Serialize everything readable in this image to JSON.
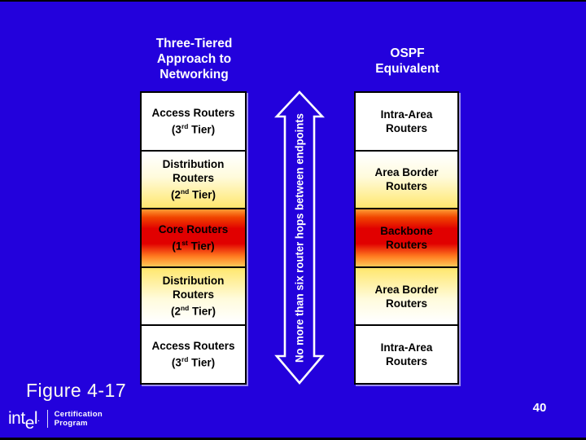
{
  "colors": {
    "background": "#2301DC",
    "border": "#000000",
    "box_white": "#FFFFFF",
    "box_yellow": "#FFE76E",
    "core_red": "#E10000",
    "core_orange": "#FF9C33",
    "core_bottom_yellow": "#FFC857",
    "text_light": "#FFFFFF",
    "text_dark": "#000000"
  },
  "titles": {
    "left": "Three-Tiered\nApproach to\nNetworking",
    "right": "OSPF\nEquivalent"
  },
  "left_column": {
    "boxes": [
      {
        "name": "Access Routers",
        "tier_pre": "(3",
        "tier_sup": "rd",
        "tier_post": " Tier)"
      },
      {
        "name": "Distribution\nRouters",
        "tier_pre": "(2",
        "tier_sup": "nd",
        "tier_post": " Tier)"
      },
      {
        "name": "Core Routers",
        "tier_pre": "(1",
        "tier_sup": "st",
        "tier_post": " Tier)"
      },
      {
        "name": "Distribution\nRouters",
        "tier_pre": "(2",
        "tier_sup": "nd",
        "tier_post": " Tier)"
      },
      {
        "name": "Access Routers",
        "tier_pre": "(3",
        "tier_sup": "rd",
        "tier_post": " Tier)"
      }
    ]
  },
  "right_column": {
    "boxes": [
      {
        "name": "Intra-Area\nRouters"
      },
      {
        "name": "Area Border\nRouters"
      },
      {
        "name": "Backbone\nRouters"
      },
      {
        "name": "Area Border\nRouters"
      },
      {
        "name": "Intra-Area\nRouters"
      }
    ]
  },
  "arrow": {
    "label": "No more than six router hops between endpoints"
  },
  "caption": "Figure 4-17",
  "footer": {
    "logo_part1": "int",
    "logo_dropped": "e",
    "logo_part2": "l",
    "logo_dot": ".",
    "program_line1": "Certification",
    "program_line2": "Program"
  },
  "page_number": "40"
}
